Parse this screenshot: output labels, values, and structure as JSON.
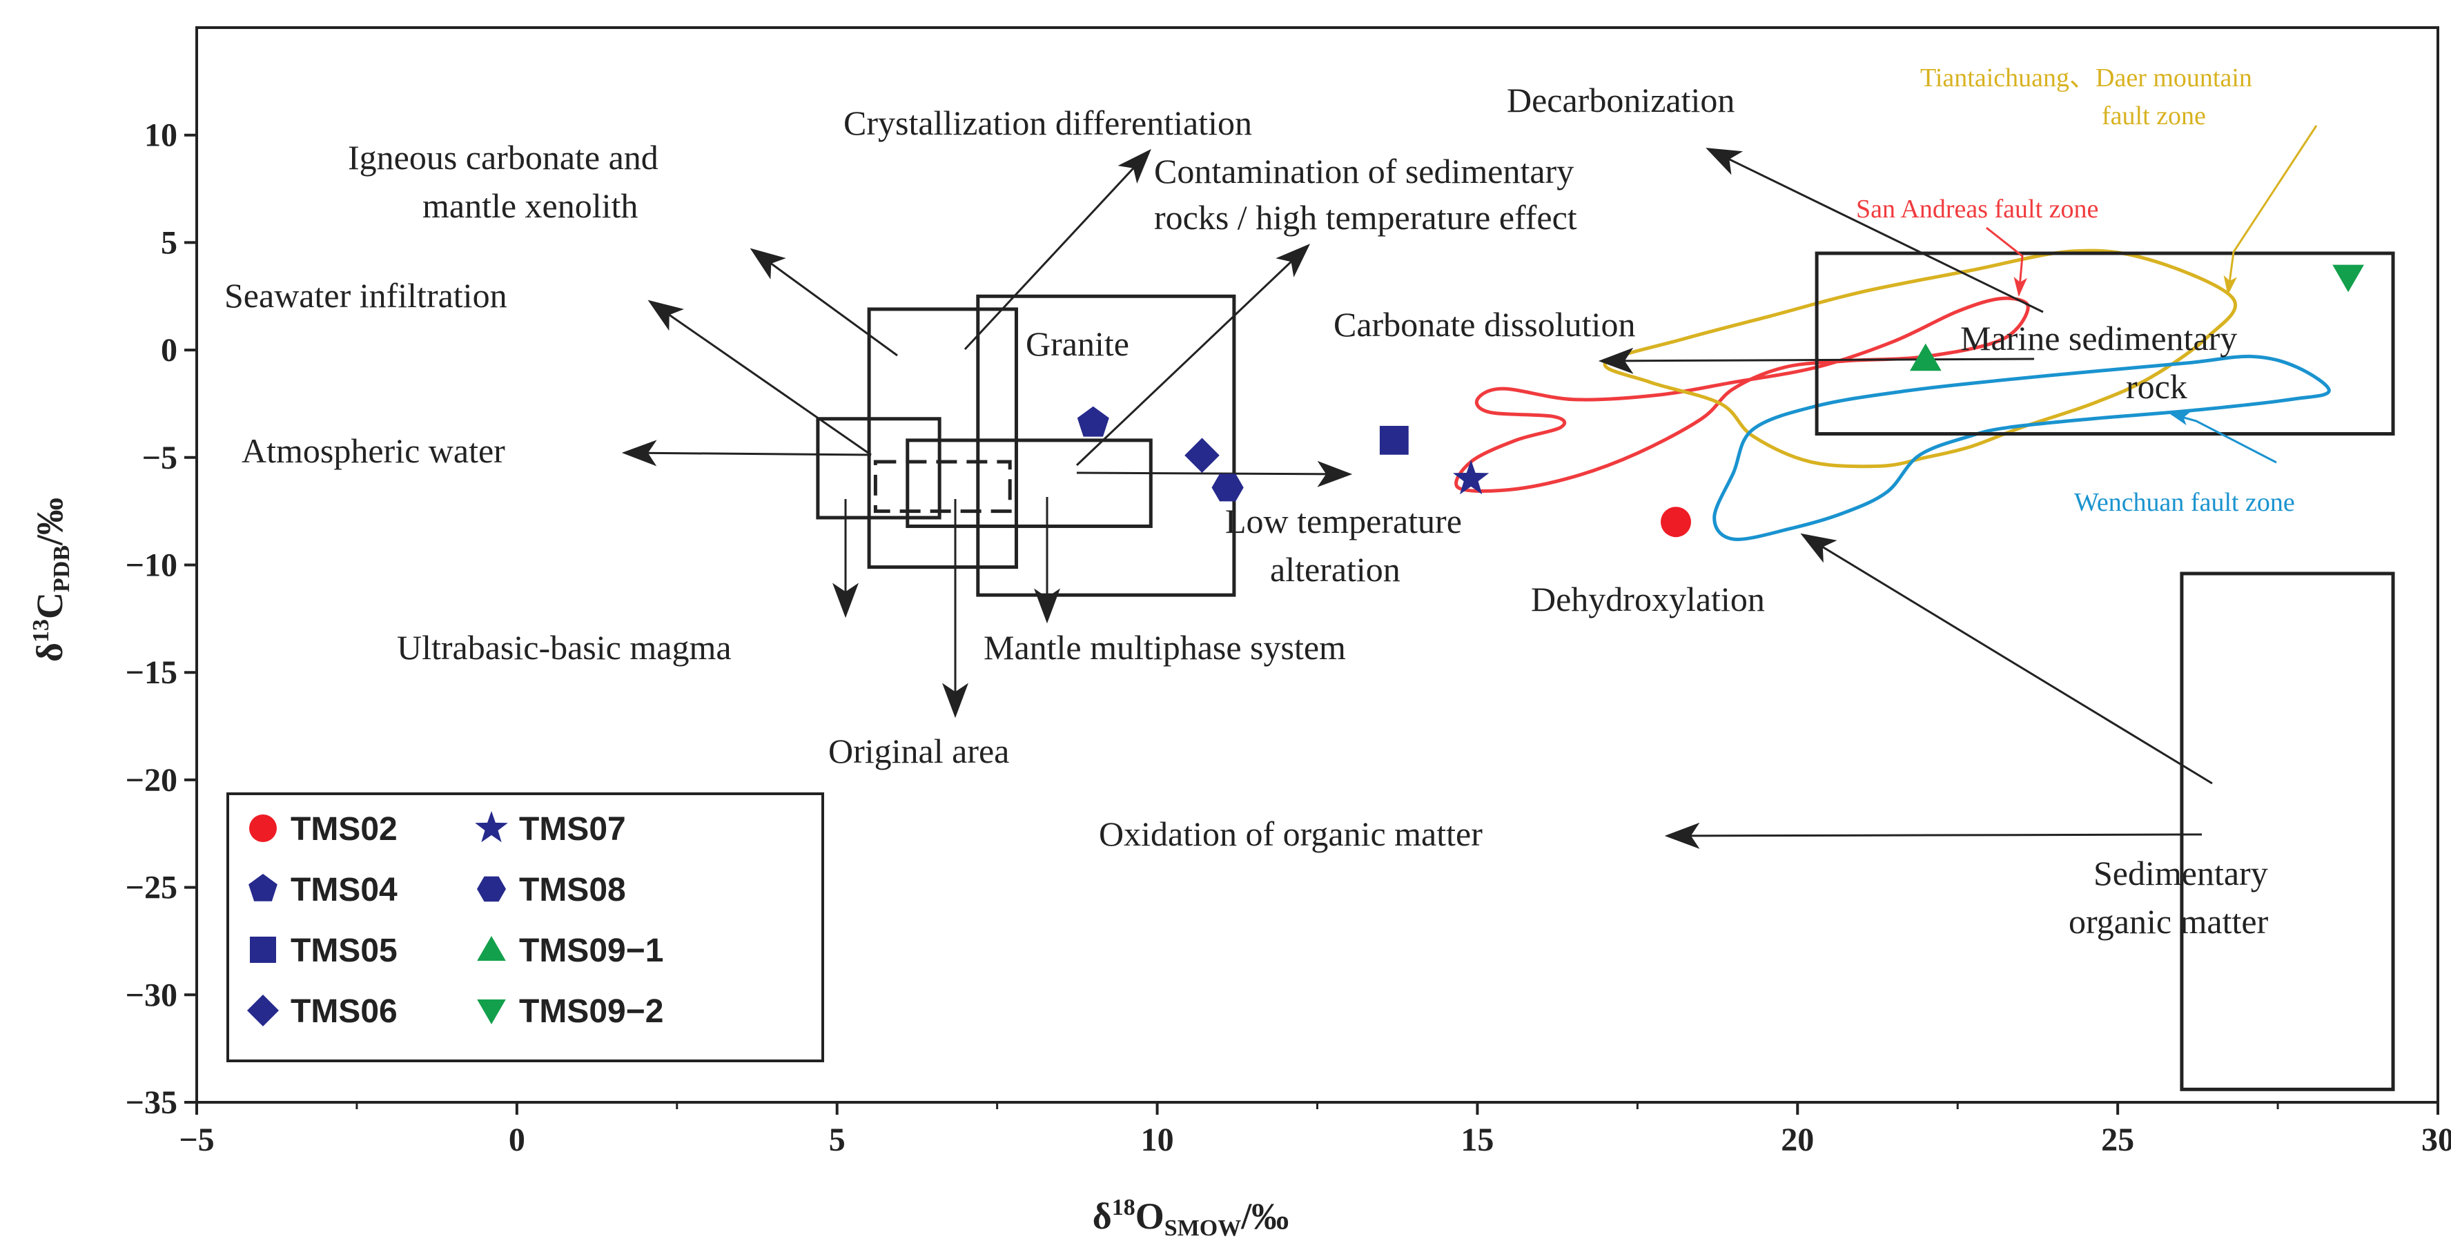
{
  "chart_data": {
    "type": "scatter",
    "title": "",
    "xlabel_main": "δ",
    "xlabel_sup": "18",
    "xlabel_letter": "O",
    "xlabel_sub": "SMOW",
    "xlabel_unit": "/‰",
    "ylabel_main": "δ",
    "ylabel_sup": "13",
    "ylabel_letter": "C",
    "ylabel_sub": "PDB",
    "ylabel_unit": "/‰",
    "xlim": [
      -5,
      30
    ],
    "ylim": [
      -35,
      15
    ],
    "xticks": [
      -5,
      0,
      5,
      10,
      15,
      20,
      25,
      30
    ],
    "yticks": [
      10,
      5,
      0,
      -5,
      -10,
      -15,
      -20,
      -25,
      -30,
      -35
    ],
    "xtick_labels": [
      "−5",
      "0",
      "5",
      "10",
      "15",
      "20",
      "25",
      "30"
    ],
    "ytick_labels": [
      "10",
      "5",
      "0",
      "−5",
      "−10",
      "−15",
      "−20",
      "−25",
      "−30",
      "−35"
    ],
    "grid": false,
    "legend_position": "bottom-left",
    "series": [
      {
        "name": "TMS02",
        "marker": "circle",
        "color": "#ee1c25",
        "points": [
          [
            18.1,
            -8.0
          ]
        ]
      },
      {
        "name": "TMS04",
        "marker": "pentagon",
        "color": "#262a8c",
        "points": [
          [
            9.0,
            -3.4
          ]
        ]
      },
      {
        "name": "TMS05",
        "marker": "square",
        "color": "#262a8c",
        "points": [
          [
            13.7,
            -4.2
          ]
        ]
      },
      {
        "name": "TMS06",
        "marker": "diamond",
        "color": "#262a8c",
        "points": [
          [
            10.7,
            -4.9
          ]
        ]
      },
      {
        "name": "TMS07",
        "marker": "star",
        "color": "#262a8c",
        "points": [
          [
            14.9,
            -6.0
          ]
        ]
      },
      {
        "name": "TMS08",
        "marker": "hexagon",
        "color": "#262a8c",
        "points": [
          [
            11.1,
            -6.4
          ]
        ]
      },
      {
        "name": "TMS09-1",
        "marker": "triangle-up",
        "color": "#13a04c",
        "points": [
          [
            22.0,
            -0.4
          ]
        ]
      },
      {
        "name": "TMS09-2",
        "marker": "triangle-down",
        "color": "#13a04c",
        "points": [
          [
            28.6,
            3.4
          ]
        ]
      }
    ],
    "legend_labels": [
      "TMS02",
      "TMS07",
      "TMS04",
      "TMS08",
      "TMS05",
      "TMS09−1",
      "TMS06",
      "TMS09−2"
    ],
    "regions": [
      {
        "name": "marine-sedimentary-rock",
        "x": [
          20.3,
          29.3
        ],
        "y": [
          -3.9,
          4.5
        ],
        "style": "solid"
      },
      {
        "name": "sedimentary-organic-matter",
        "x": [
          26.0,
          29.3
        ],
        "y": [
          -34.4,
          -10.4
        ],
        "style": "solid"
      },
      {
        "name": "granite",
        "x": [
          7.2,
          11.2
        ],
        "y": [
          -11.4,
          2.5
        ],
        "style": "solid"
      },
      {
        "name": "igneous-carbonate-box",
        "x": [
          5.5,
          7.8
        ],
        "y": [
          -10.1,
          1.9
        ],
        "style": "solid"
      },
      {
        "name": "atmospheric-water-box",
        "x": [
          4.7,
          6.6
        ],
        "y": [
          -7.8,
          -3.2
        ],
        "style": "solid"
      },
      {
        "name": "mantle-multiphase-box",
        "x": [
          6.1,
          9.9
        ],
        "y": [
          -8.2,
          -4.2
        ],
        "style": "solid"
      },
      {
        "name": "original-area",
        "x": [
          5.6,
          7.7
        ],
        "y": [
          -7.5,
          -5.2
        ],
        "style": "dashed"
      }
    ],
    "fault_zones": [
      {
        "name": "San Andreas fault zone",
        "color": "#f03b3e",
        "outline": [
          [
            15.4,
            -1.8
          ],
          [
            16.5,
            -2.3
          ],
          [
            17.8,
            -2.1
          ],
          [
            19,
            -1.5
          ],
          [
            20.3,
            -0.8
          ],
          [
            21.5,
            0.4
          ],
          [
            22.5,
            1.8
          ],
          [
            23.2,
            2.4
          ],
          [
            23.6,
            2.0
          ],
          [
            23.2,
            0.5
          ],
          [
            22,
            -0.3
          ],
          [
            20.8,
            -0.5
          ],
          [
            19.8,
            -0.8
          ],
          [
            19,
            -1.8
          ],
          [
            18.5,
            -3.2
          ],
          [
            17.5,
            -4.8
          ],
          [
            16.5,
            -5.9
          ],
          [
            15.5,
            -6.5
          ],
          [
            14.7,
            -6.4
          ],
          [
            14.9,
            -5.2
          ],
          [
            15.6,
            -4.2
          ],
          [
            16.3,
            -3.6
          ],
          [
            16.2,
            -3.1
          ],
          [
            15.2,
            -2.9
          ],
          [
            15.0,
            -2.3
          ]
        ]
      },
      {
        "name": "Tiantaichuang、Daer mountain fault zone",
        "color": "#d8b221",
        "outline": [
          [
            17.0,
            -0.6
          ],
          [
            18.2,
            0.5
          ],
          [
            19.6,
            1.6
          ],
          [
            21.0,
            2.7
          ],
          [
            22.7,
            3.7
          ],
          [
            24.3,
            4.6
          ],
          [
            25.5,
            4.2
          ],
          [
            26.8,
            2.4
          ],
          [
            26.4,
            0.6
          ],
          [
            25.5,
            -1.3
          ],
          [
            24.6,
            -2.5
          ],
          [
            23.5,
            -3.6
          ],
          [
            22.7,
            -4.5
          ],
          [
            22,
            -5
          ],
          [
            21.3,
            -5.4
          ],
          [
            20.2,
            -5.2
          ],
          [
            19.3,
            -4.0
          ],
          [
            18.8,
            -2.5
          ],
          [
            17.7,
            -1.5
          ]
        ]
      },
      {
        "name": "Wenchuan fault zone",
        "color": "#1a93cf",
        "outline": [
          [
            19.0,
            -5.7
          ],
          [
            19.3,
            -3.7
          ],
          [
            20.3,
            -2.6
          ],
          [
            21.7,
            -1.9
          ],
          [
            23.2,
            -1.4
          ],
          [
            24.6,
            -1.0
          ],
          [
            26.1,
            -0.6
          ],
          [
            27.1,
            -0.3
          ],
          [
            27.8,
            -0.8
          ],
          [
            28.3,
            -1.9
          ],
          [
            27.7,
            -2.3
          ],
          [
            26.2,
            -2.8
          ],
          [
            24.6,
            -3.2
          ],
          [
            23.3,
            -3.6
          ],
          [
            22.7,
            -4.0
          ],
          [
            21.9,
            -4.9
          ],
          [
            21.4,
            -6.6
          ],
          [
            20.7,
            -7.6
          ],
          [
            19.9,
            -8.3
          ],
          [
            19.0,
            -8.8
          ],
          [
            18.7,
            -7.8
          ]
        ]
      }
    ],
    "annotations": {
      "crystallization": "Crystallization differentiation",
      "igneous_1": "Igneous carbonate and",
      "igneous_2": "mantle xenolith",
      "contamination_1": "Contamination of sedimentary",
      "contamination_2": "rocks / high temperature effect",
      "seawater": "Seawater infiltration",
      "granite": "Granite",
      "atmospheric": "Atmospheric water",
      "ultrabasic": "Ultrabasic-basic magma",
      "mantle_multiphase": "Mantle multiphase system",
      "original_area": "Original area",
      "decarbonization": "Decarbonization",
      "carbonate_dissolution": "Carbonate dissolution",
      "marine_1": "Marine sedimentary",
      "marine_2": "rock",
      "low_temp_1": "Low temperature",
      "low_temp_2": "alteration",
      "dehydroxylation": "Dehydroxylation",
      "oxidation": "Oxidation of organic matter",
      "sed_org_1": "Sedimentary",
      "sed_org_2": "organic matter",
      "tiantai_1": "Tiantaichuang、Daer mountain",
      "tiantai_2": "fault zone",
      "san_andreas": "San Andreas fault zone",
      "wenchuan": "Wenchuan fault zone"
    }
  }
}
